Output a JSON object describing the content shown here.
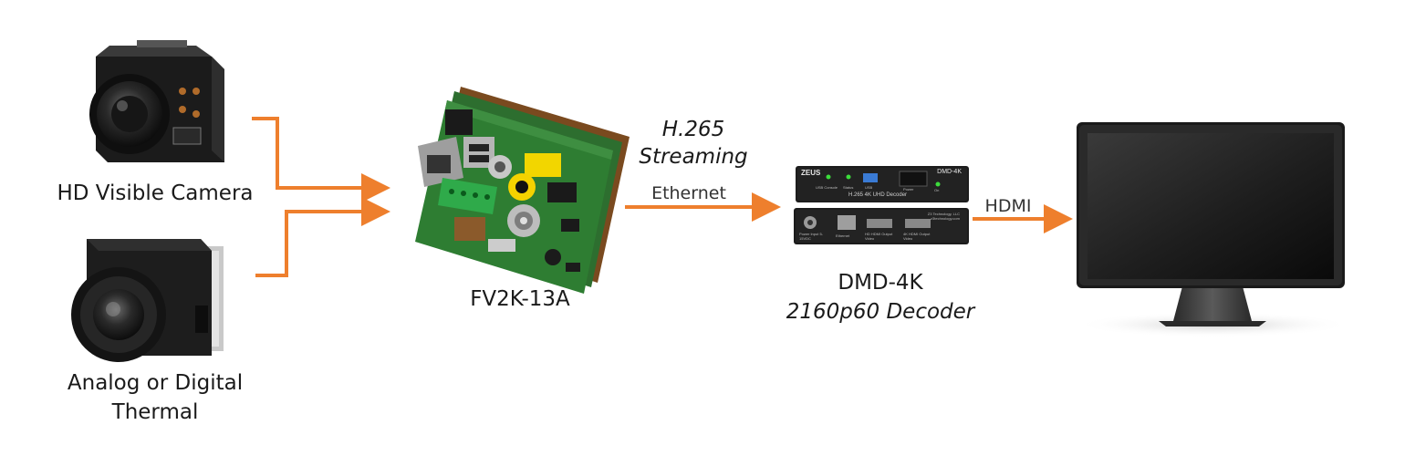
{
  "sources": {
    "visible_camera": {
      "label": "HD Visible Camera"
    },
    "thermal_camera": {
      "label_line1": "Analog or Digital",
      "label_line2": "Thermal"
    }
  },
  "encoder": {
    "label": "FV2K-13A"
  },
  "stream_link": {
    "codec": "H.265",
    "mode": "Streaming",
    "transport": "Ethernet"
  },
  "decoder": {
    "label": "DMD-4K",
    "sublabel": "2160p60 Decoder",
    "front_panel": {
      "brand": "ZEUS",
      "model": "DMD-4K",
      "title": "H.265 4K UHD Decoder",
      "ports": [
        "USB Console",
        "Status",
        "USB",
        "Power",
        "On"
      ]
    },
    "rear_panel": {
      "company": "Z3 Technology, LLC",
      "website": "z3technology.com",
      "ports": [
        "Power Input 5-15VDC",
        "Ethernet",
        "HD HDMI Output Video",
        "4K HDMI Output Video"
      ]
    }
  },
  "display_link": {
    "transport": "HDMI"
  },
  "colors": {
    "arrow": "#ee7f2d",
    "text": "#1a1a1a",
    "pcb": "#2e7d32",
    "monitor": "#1c1c1c"
  }
}
